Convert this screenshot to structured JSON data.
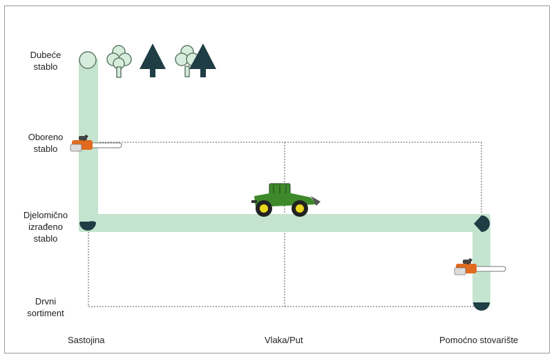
{
  "stages": [
    {
      "label": "Dubeće\nstablo"
    },
    {
      "label": "Oboreno\nstablo"
    },
    {
      "label": "Djelomično\nizrađeno\nstablo"
    },
    {
      "label": "Drvni\nsortiment"
    }
  ],
  "locations": [
    {
      "label": "Sastojina"
    },
    {
      "label": "Vlaka/Put"
    },
    {
      "label": "Pomoćno stovarište"
    }
  ],
  "colors": {
    "path": "#c5e4cf",
    "tree_light_fill": "#d8ecde",
    "tree_outline": "#5f7a66",
    "tree_dark": "#1f3d44",
    "node_dark": "#1f3d44",
    "grid_dotted": "#555555",
    "saw_orange": "#e06a1e",
    "skidder_green": "#3e8a2a"
  },
  "icons": [
    "circle-node-icon",
    "deciduous-tree-icon",
    "conifer-tree-icon",
    "mixed-trees-icon",
    "chainsaw-icon",
    "skidder-icon",
    "half-circle-node-icon"
  ]
}
